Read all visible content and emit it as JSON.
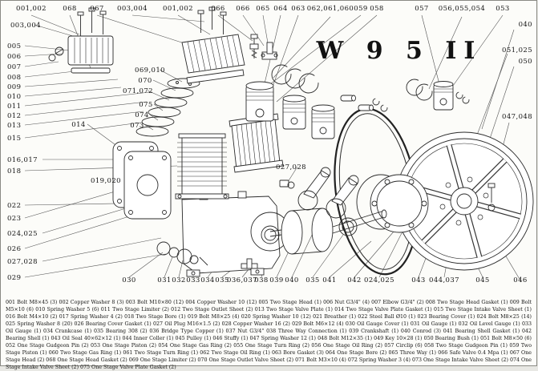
{
  "title": "W 9 5 II",
  "callouts": {
    "top": [
      "001,002",
      "068",
      "067",
      "003,004",
      "001,002",
      "066",
      "066",
      "065",
      "064",
      "063",
      "062,061,060",
      "059",
      "058",
      "057",
      "056,055,054",
      "053"
    ],
    "left": [
      "003,004",
      "005",
      "006",
      "007",
      "008",
      "009",
      "010",
      "011",
      "012",
      "013",
      "015",
      "016,017",
      "018",
      "022",
      "023",
      "024,025",
      "026",
      "027,028",
      "029"
    ],
    "right": [
      "040",
      "051,025",
      "050",
      "047,048"
    ],
    "mid": [
      "069,010",
      "070",
      "071,072",
      "075",
      "074",
      "073",
      "014",
      "019,020",
      "027,028"
    ],
    "bottom": [
      "030",
      "031",
      "032",
      "033",
      "034",
      "035",
      "036,037",
      "038",
      "039",
      "040",
      "035",
      "041",
      "042",
      "024,025",
      "043",
      "044,037",
      "045",
      "046"
    ]
  },
  "parts_list": {
    "text": "001 Bolt M8×45 (3) 002 Copper Washer 8 (3) 003 Bolt M10×80 (12) 004 Copper Washer 10 (12) 005 Two Stage Head (1) 006 Nut G3/4\" (4) 007 Elbow G3/4\" (2) 008 Two Stage Head Gasket (1) 009 Bolt M5×10 (6) 010 Spring Washer 5 (6) 011 Two Stage Limiter (2) 012 Two Stage Outlet Sheet (2) 013 Two Stage Valve Plate (1) 014 Two Stage Valve Plate Gasket (1) 015 Two Stage Intake Valve Sheet (1) 016 Bolt M4×10 (2) 017 Spring Washer 4 (2) 018 Two Stage Bore (1) 019 Bolt M8×25 (4) 020 Spring Washer 10 (12) 021 Breather (1) 022 Steel Ball Ø10 (1) 023 Bearing Cover (1) 024 Bolt M8×25 (14) 025 Spring Washer 8 (20) 026 Bearing Cover Gasket (1) 027 Oil Plug M16×1.5 (2) 028 Copper Washer 16 (2) 029 Bolt M6×12 (4) 030 Oil Gauge Cover (1) 031 Oil Gauge (1) 032 Oil Level Gauge (1) 033 Oil Gauge (1) 034 Crankcase (1) 035 Bearing 308 (2) 036 Bridge Type Copper (1) 037 Nut G3/4\" 038 Three Way Connection (1) 039 Crankshaft (1) 040 Conrod (3) 041 Bearing Shell Gasket (1) 042 Bearing Shell (1) 043 Oil Seal 40×62×12 (1) 044 Inner Coller (1) 045 Pulley (1) 046 Stuffy (1) 047 Spring Washer 12 (1) 048 Bolt M12×35 (1) 049 Key 10×28 (1) 050 Bearing Bush (1) 051 Bolt M8×50 (6) 052 One Stage Gudgeon Pin (2) 053 One Stage Piston (2) 054 One Stage Gas Ring (2) 055 One Stage Turn Ring (2) 056 One Stage Oil Ring (2) 057 Circlip (6) 058 Two Stage Gudgeon Pin (1) 059 Two Stage Piston (1) 060 Two Stage Gas Ring (1) 061 Two Stage Turn Ring (1) 062 Two Stage Oil Ring (1) 063 Bore Gasket (3) 064 One Stage Bore (2) 065 Three Way (1) 066 Safe Valve 0.4 Mpa (1) 067 One Stage Head (2) 068 One Stage Head Gasket (2) 069 One Stage Limiter (2) 070 One Stage Outlet Valve Sheet (2) 071 Bolt M3×10 (4) 072 Spring Washer 3 (4) 073 One Stage Intake Valve Sheet (2) 074 One Stage Intake Valve Sheet (2) 075 One Stage Valve Plate Gasket (2)"
  }
}
